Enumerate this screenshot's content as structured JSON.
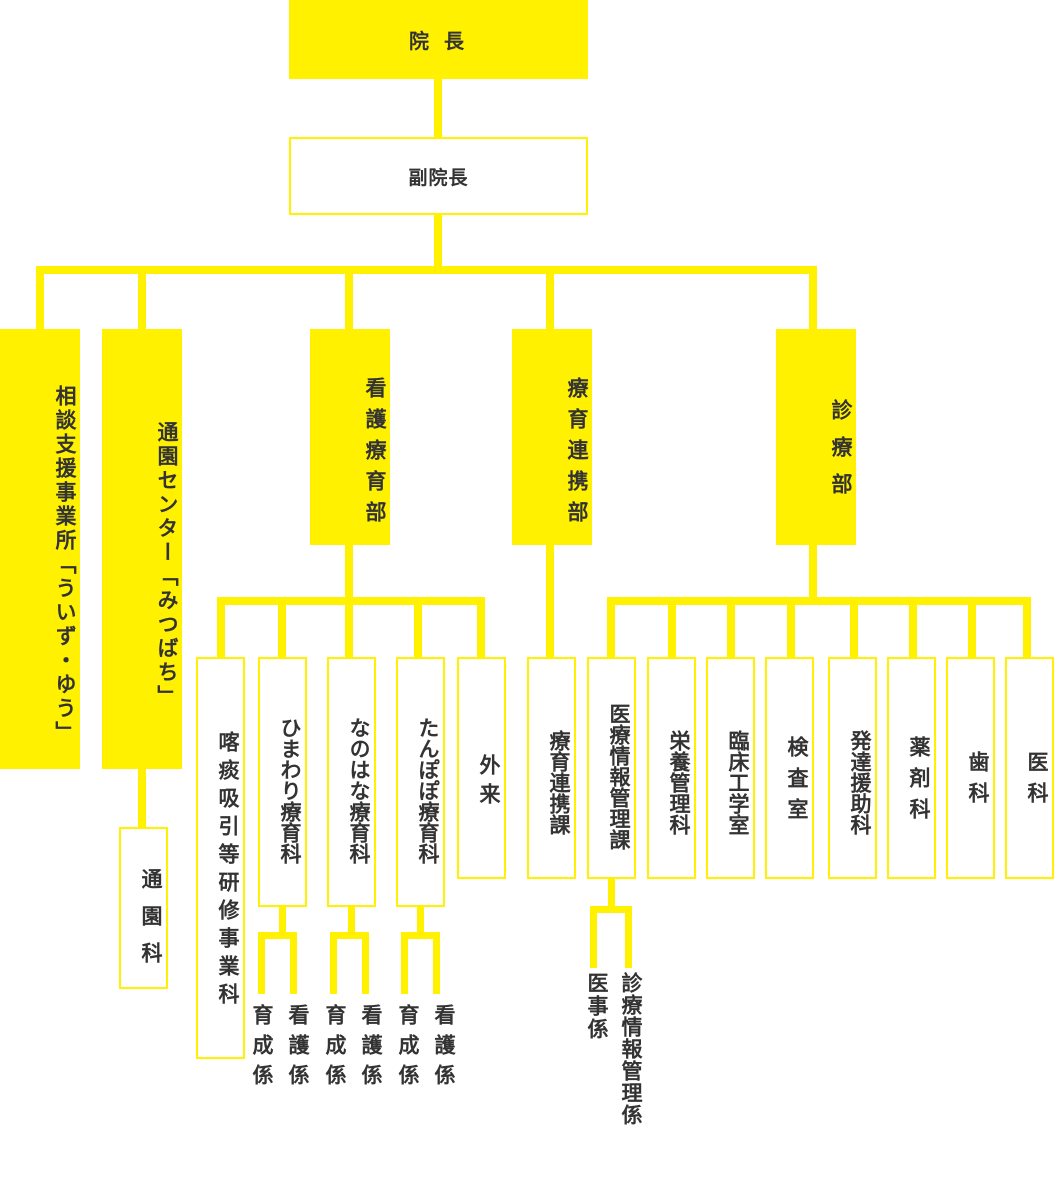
{
  "director": "院 長",
  "vice_director": "副院長",
  "departments": {
    "consult": "相談支援事業所「ういず・ゆう」",
    "center": "通園センター「みつばち」",
    "nursing": "看護療育部",
    "liaison": "療育連携部",
    "medical": "診療部"
  },
  "center_sections": {
    "tsuen": "通園科"
  },
  "nursing_sections": {
    "kakutan": "喀痰吸引等研修事業科",
    "himawari": "ひまわり療育科",
    "nanohana": "なのはな療育科",
    "tanpopo": "たんぽぽ療育科",
    "gairai": "外来"
  },
  "liaison_sections": {
    "renkei": "療育連携課"
  },
  "medical_sections": {
    "iryo_joho": "医療情報管理課",
    "eiyo": "栄養管理科",
    "rinsho": "臨床工学室",
    "kensa": "検査室",
    "hattatsu": "発達援助科",
    "yakuzai": "薬剤科",
    "shika": "歯科",
    "ika": "医科"
  },
  "units": {
    "ikusei": "育成係",
    "kango": "看護係",
    "iji": "医事係",
    "shinryo_joho": "診療情報管理係"
  },
  "colors": {
    "accent": "#fff100",
    "text": "#333333"
  }
}
